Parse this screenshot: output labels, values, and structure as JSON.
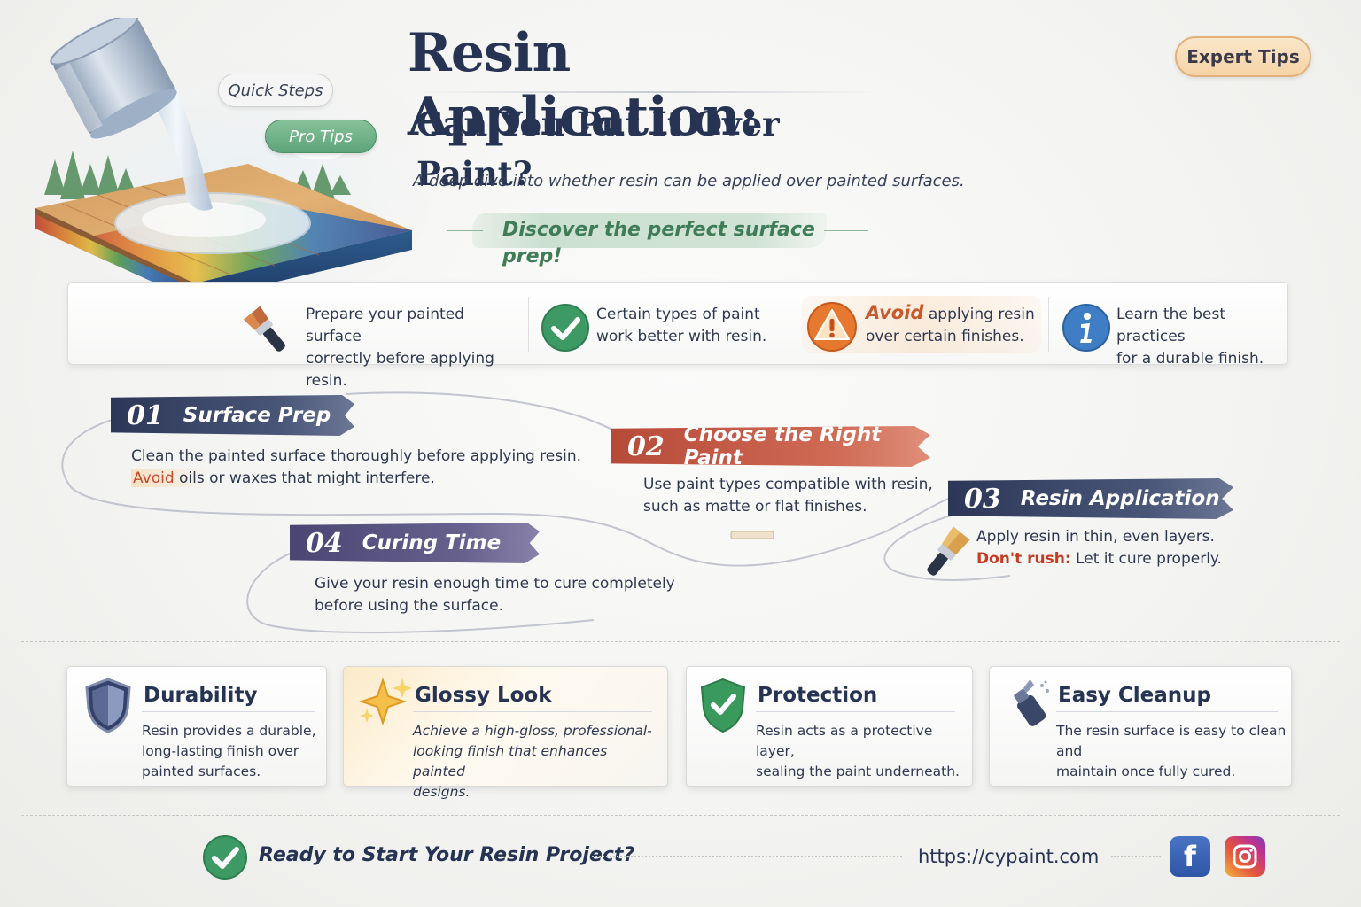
{
  "header": {
    "title": "Resin Application:",
    "subtitle": "Can You Put It Over Paint?",
    "tagline": "A deep dive into whether resin can be applied over painted surfaces.",
    "discover": "Discover  the perfect surface prep!",
    "pills": {
      "quick_steps": "Quick Steps",
      "pro_tips": "Pro Tips",
      "expert_tips": "Expert Tips"
    }
  },
  "info_strip": [
    {
      "icon": "paintbrush-icon",
      "line1": "Prepare your painted surface",
      "line2": "correctly before applying resin."
    },
    {
      "icon": "checkmark-icon",
      "line1": "Certain types of paint",
      "line2": "work better with resin."
    },
    {
      "icon": "warning-icon",
      "highlight": "Avoid",
      "line1_rest": " applying resin",
      "line2": "over certain finishes."
    },
    {
      "icon": "info-icon",
      "line1": "Learn the best practices",
      "line2": "for a durable finish."
    }
  ],
  "steps": [
    {
      "num": "01",
      "title": "Surface Prep",
      "line1": "Clean the painted surface thoroughly before applying resin.",
      "line2_highlight": "Avoid",
      "line2_rest": " oils or waxes that might interfere."
    },
    {
      "num": "02",
      "title": "Choose the Right Paint",
      "line1": "Use paint types compatible with resin,",
      "line2": "such as matte or flat finishes."
    },
    {
      "num": "03",
      "title": "Resin Application",
      "line1": "Apply resin in thin, even layers.",
      "line2_highlight": "Don't rush:",
      "line2_rest": " Let it cure properly."
    },
    {
      "num": "04",
      "title": "Curing Time",
      "line1": "Give your resin enough time to cure completely",
      "line2": "before using the surface."
    }
  ],
  "features": [
    {
      "icon": "shield-icon",
      "title": "Durability",
      "lines": [
        "Resin provides a durable,",
        "long-lasting finish over",
        "painted surfaces."
      ]
    },
    {
      "icon": "sparkle-icon",
      "title": "Glossy Look",
      "lines": [
        "Achieve a high-gloss, professional-",
        "looking finish that enhances painted",
        "designs."
      ]
    },
    {
      "icon": "shield-check-icon",
      "title": "Protection",
      "lines": [
        "Resin acts as a protective layer,",
        "sealing the paint underneath."
      ]
    },
    {
      "icon": "cleaning-spray-icon",
      "title": "Easy Cleanup",
      "lines": [
        "The resin surface is easy to clean and",
        "maintain once fully cured."
      ]
    }
  ],
  "footer": {
    "cta": "Ready to Start Your Resin Project?",
    "url": "https://cypaint.com",
    "social": [
      "facebook-icon",
      "instagram-icon"
    ]
  },
  "colors": {
    "navy": "#263352",
    "green_accent": "#3f7c57",
    "warning_orange": "#c65a2c",
    "step02_red": "#b64a38",
    "step04_purple": "#4b4573",
    "info_blue": "#3f7ec4"
  }
}
